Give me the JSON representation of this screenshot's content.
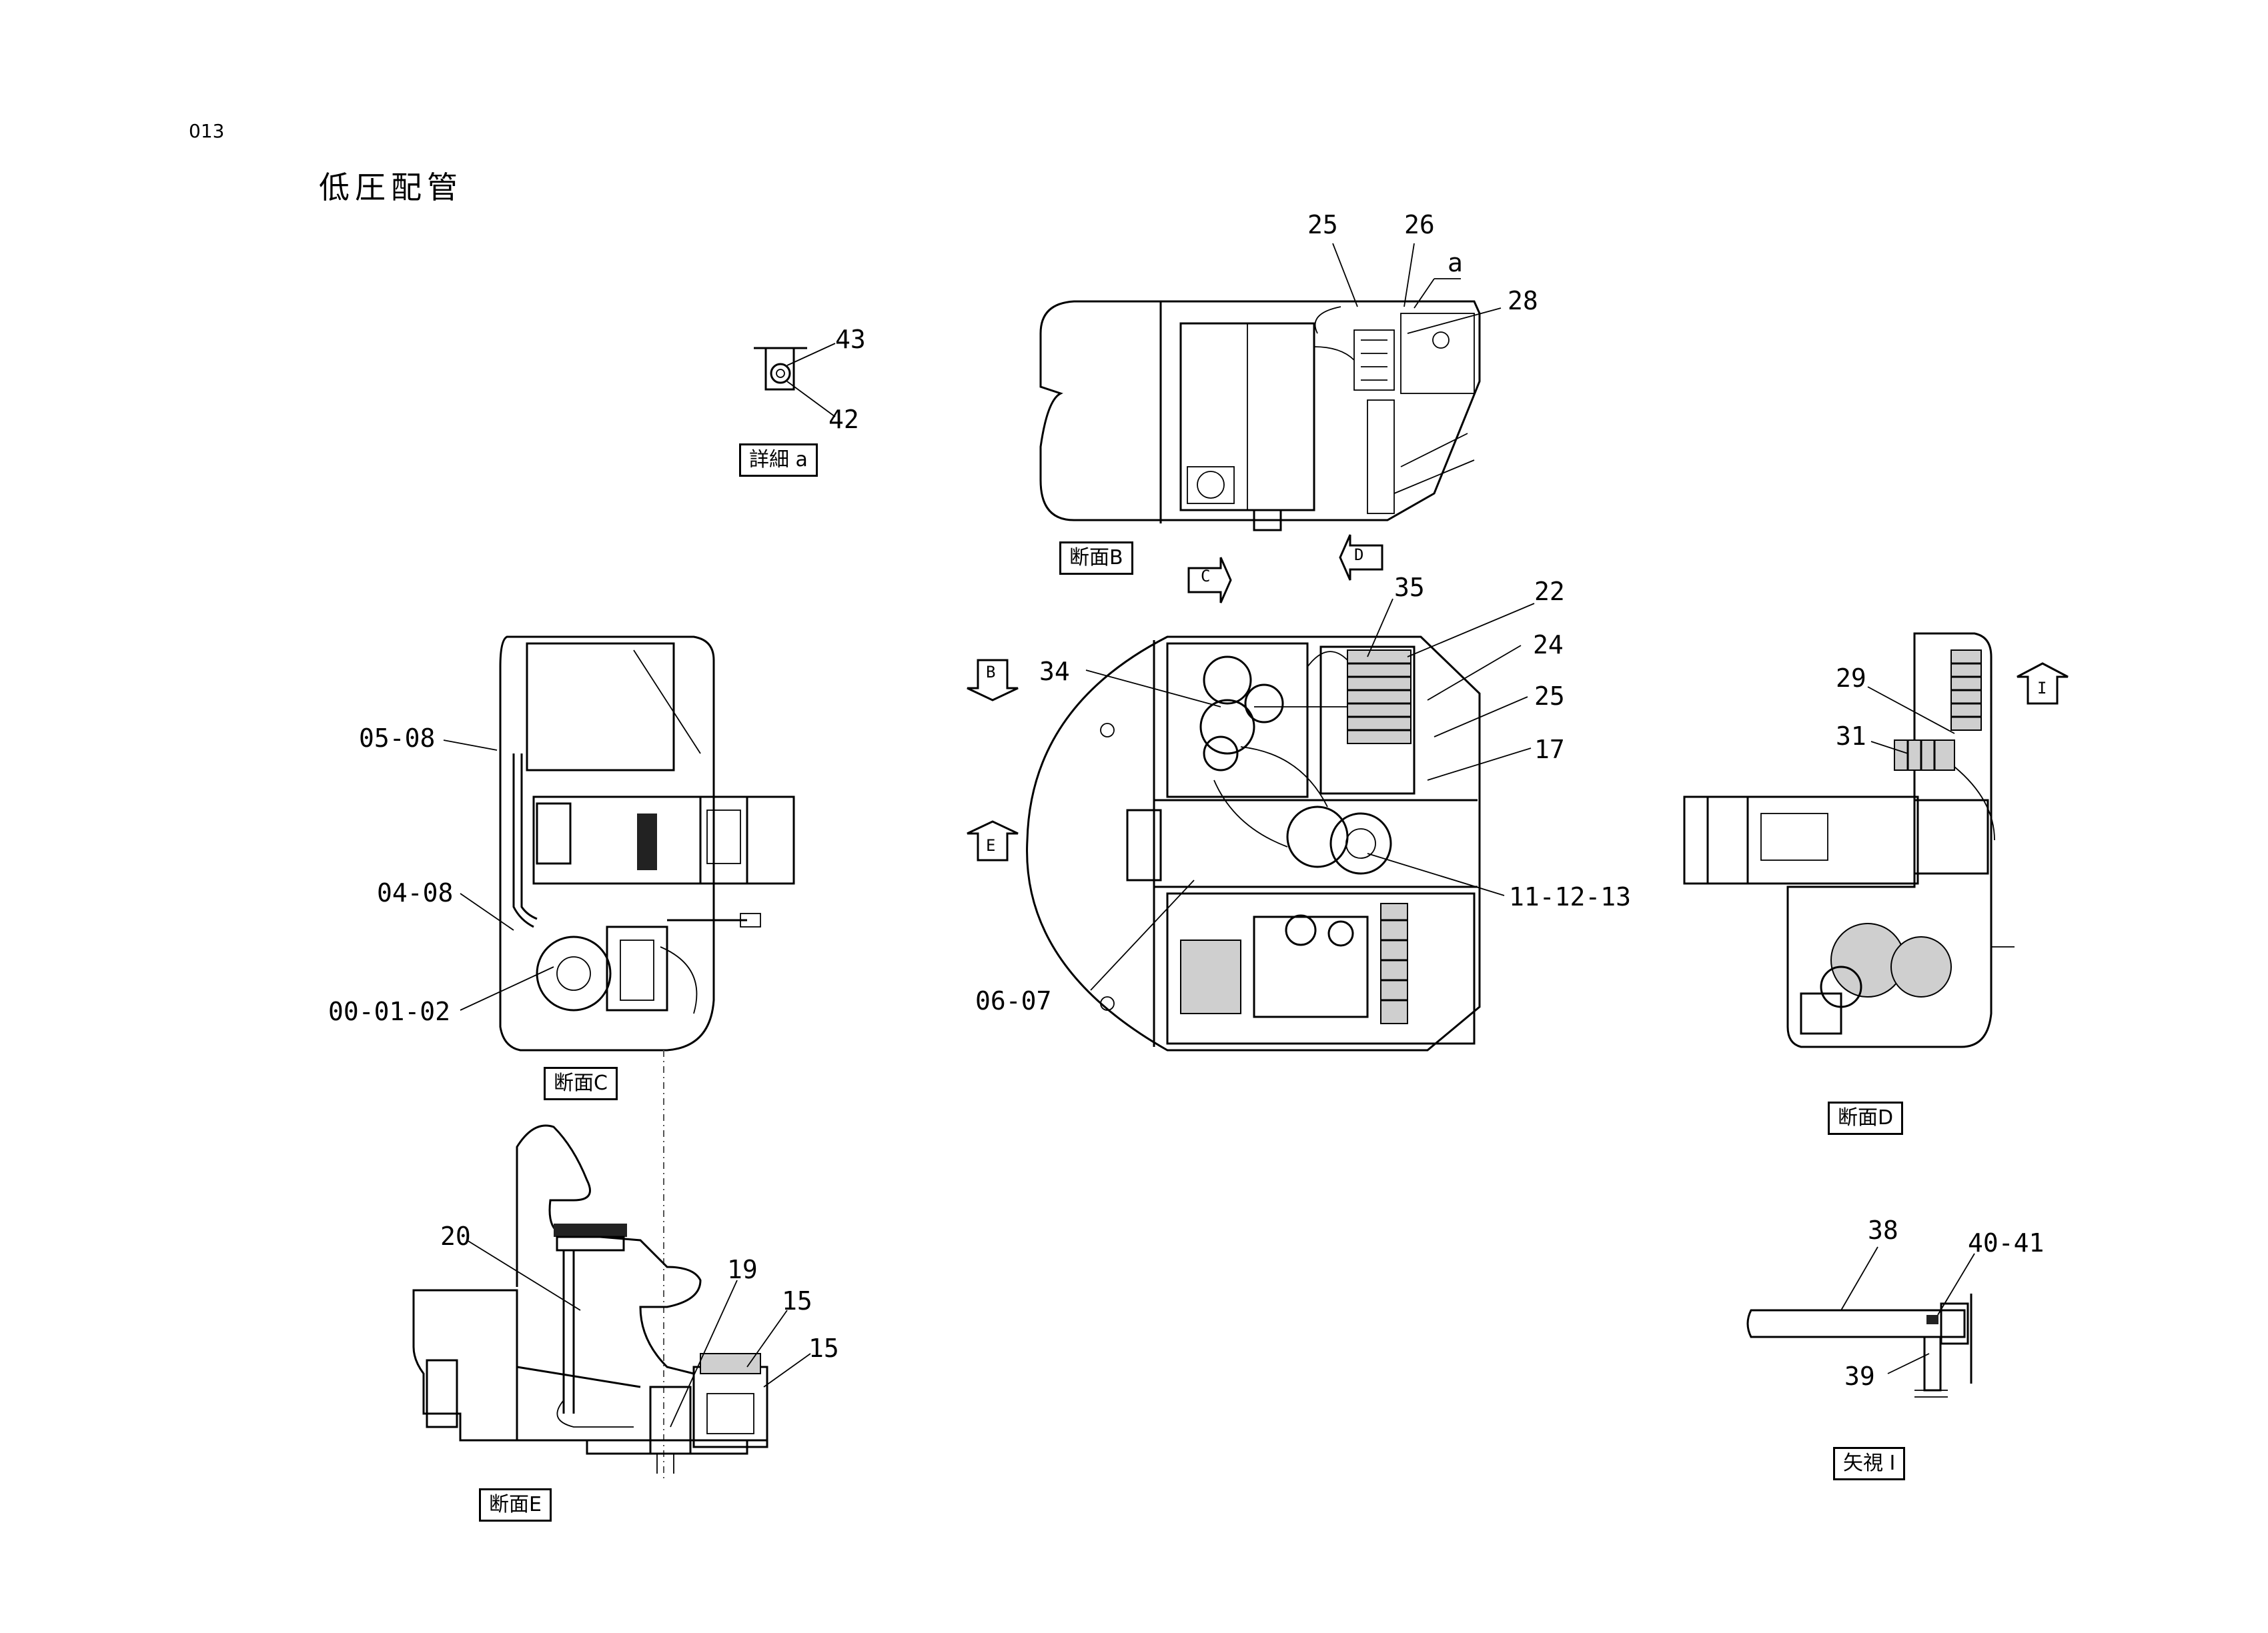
{
  "header": {
    "page_number": "013",
    "title": "低圧配管"
  },
  "view_labels": {
    "detail_a": "詳細 a",
    "section_b": "断面B",
    "section_c": "断面C",
    "section_d": "断面D",
    "section_e": "断面E",
    "view_i": "矢視 I"
  },
  "arrow_markers": {
    "c": "C",
    "d": "D",
    "b": "B",
    "e": "E",
    "i": "I"
  },
  "callouts": {
    "detail_a": [
      "43",
      "42"
    ],
    "section_b": [
      "25",
      "26",
      "a",
      "28"
    ],
    "main": [
      "35",
      "22",
      "24",
      "25",
      "17",
      "34",
      "11-12-13",
      "06-07"
    ],
    "section_c": [
      "05-08",
      "04-08",
      "00-01-02"
    ],
    "section_d": [
      "29",
      "31"
    ],
    "section_e": [
      "20",
      "19",
      "15",
      "15"
    ],
    "view_i": [
      "38",
      "40-41",
      "39"
    ]
  }
}
